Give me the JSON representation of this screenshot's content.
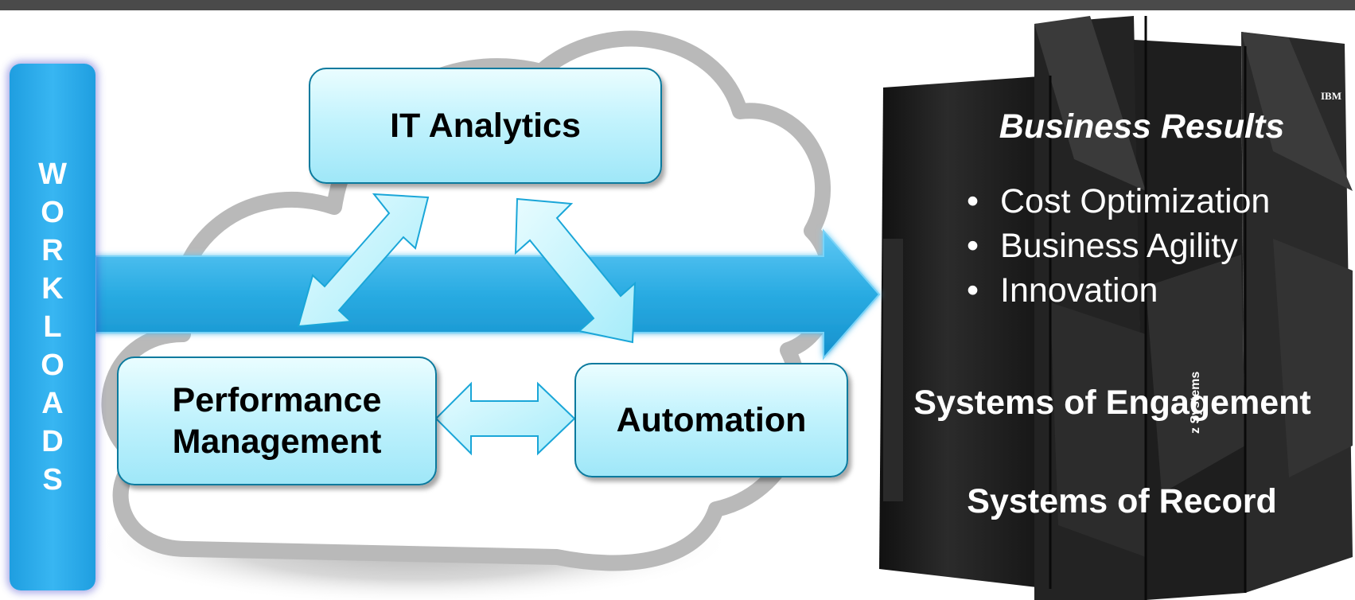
{
  "workloads": {
    "letters": [
      "W",
      "O",
      "R",
      "K",
      "L",
      "O",
      "A",
      "D",
      "S"
    ]
  },
  "nodes": {
    "it_analytics": "IT Analytics",
    "performance_line1": "Performance",
    "performance_line2": "Management",
    "automation": "Automation"
  },
  "mainframe": {
    "business_results": "Business Results",
    "bullets": [
      "Cost Optimization",
      "Business Agility",
      "Innovation"
    ],
    "systems_engagement": "Systems of Engagement",
    "systems_record": "Systems of Record",
    "logo_text": "IBM",
    "side_label": "z Systems"
  },
  "colors": {
    "workloads_blue": "#2aa9ec",
    "arrow_blue": "#29abe2",
    "box_fill": "#c3f3fd",
    "box_border": "#0b7a9e",
    "mainframe_dark": "#1c1c1c"
  }
}
